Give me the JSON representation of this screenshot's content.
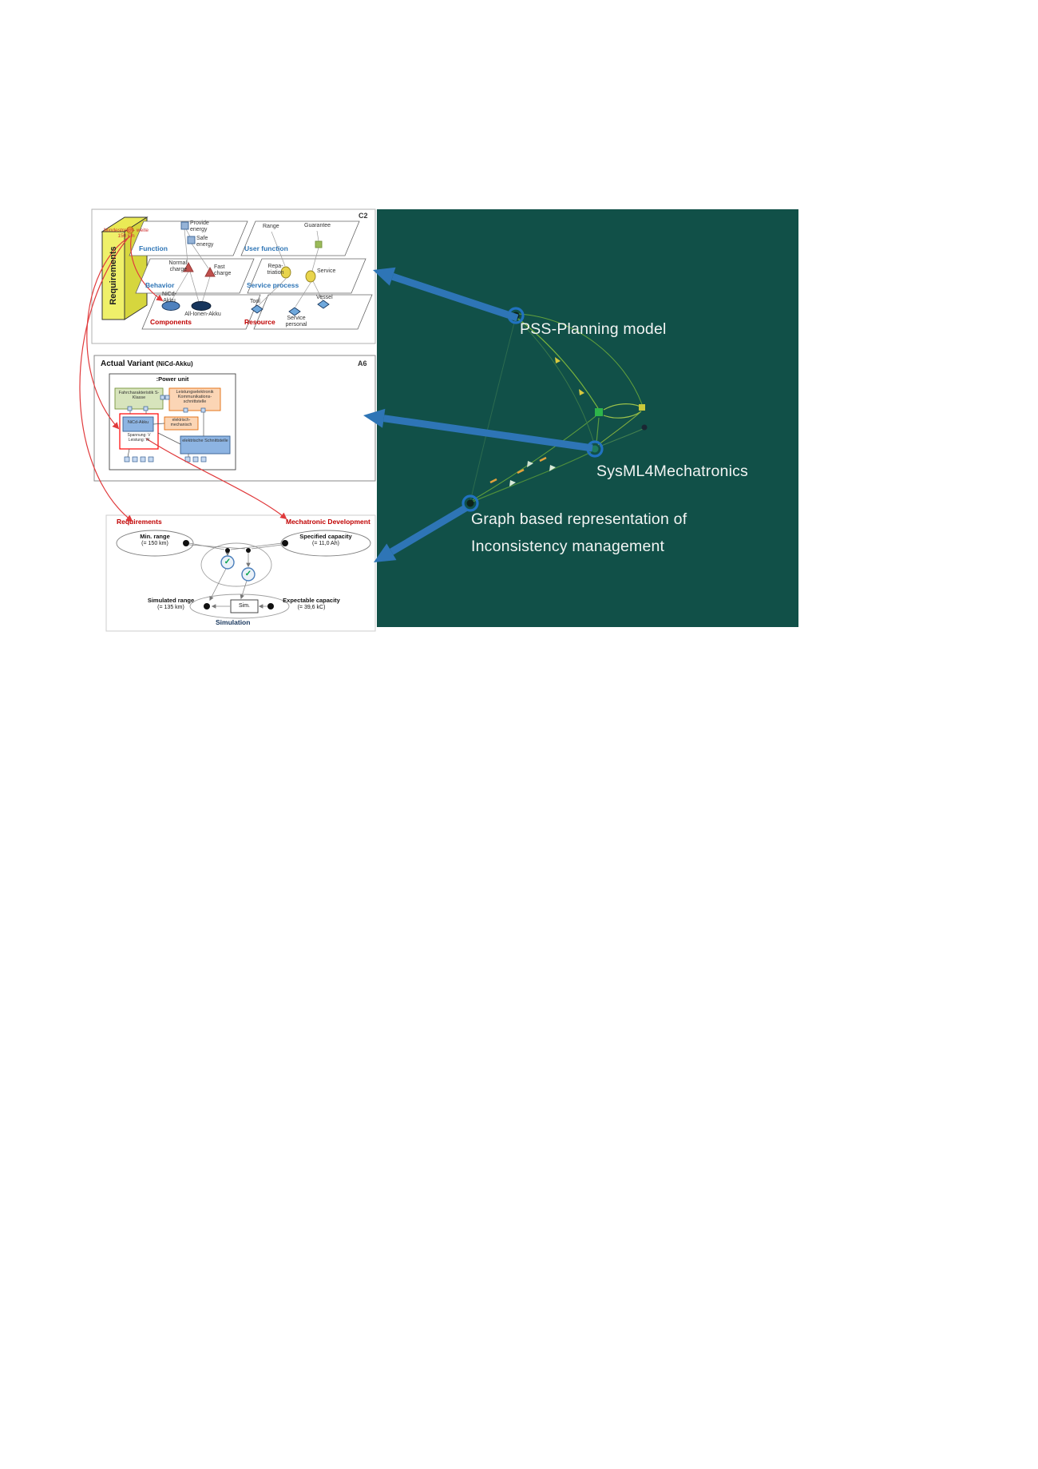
{
  "colors": {
    "graph_bg": "#115048",
    "arrow_blue": "#2e75b6",
    "ring_blue": "#2172c0",
    "red_line": "#e03a3c"
  },
  "graph": {
    "pss_label": "PSS-Planning model",
    "sysml_label": "SysML4Mechatronics",
    "graph_label_line1": "Graph based representation of",
    "graph_label_line2": "Inconsistency management"
  },
  "pss_panel": {
    "corner": "C2",
    "requirements": "Requirements",
    "note": "Mindestreich- weite 150 km",
    "function_label": "Function",
    "provide_energy": "Provide energy",
    "safe_energy": "Safe energy",
    "behavior_label": "Behavior",
    "normal_charge": "Normal charge",
    "fast_charge": "Fast charge",
    "components_label": "Components",
    "nicd_akku": "NiCd- Akku",
    "all_ionen_akku": "All-Ionen-Akku",
    "user_function_label": "User function",
    "range": "Range",
    "guarantee": "Guarantee",
    "service_process_label": "Service process",
    "repatriation": "Repa- triation",
    "service": "Service",
    "resource_label": "Resource",
    "tool": "Tool",
    "service_personal": "Service personal",
    "vessel": "Vessel"
  },
  "variant_panel": {
    "title": "Actual Variant",
    "subtitle": "(NiCd-Akku)",
    "corner": "A6",
    "power_unit": ":Power unit",
    "block_green": "Fahrcharakteristik S-Klasse",
    "block_orange": "Leistungselektronik Kommunikations- schnittstelle",
    "block_mid": "elektrisch- mechanisch",
    "block_nicd": "NiCd-Akku",
    "block_values": "Spannung: V Leistung: W",
    "block_interface": "elektrische Schnittstelle"
  },
  "consistency_panel": {
    "requirements_header": "Requirements",
    "mechatronic_header": "Mechatronic Development",
    "min_range": "Min. range",
    "min_range_value": "(= 150 km)",
    "specified_capacity": "Specified capacity",
    "specified_capacity_value": "(= 11,0 Ah)",
    "simulated_range": "Simulated range",
    "simulated_range_value": "(= 135 km)",
    "expectable_capacity": "Expectable capacity",
    "expectable_capacity_value": "(= 39,6 kC)",
    "sim": "Sim.",
    "simulation": "Simulation",
    "check_glyph": "✓"
  }
}
